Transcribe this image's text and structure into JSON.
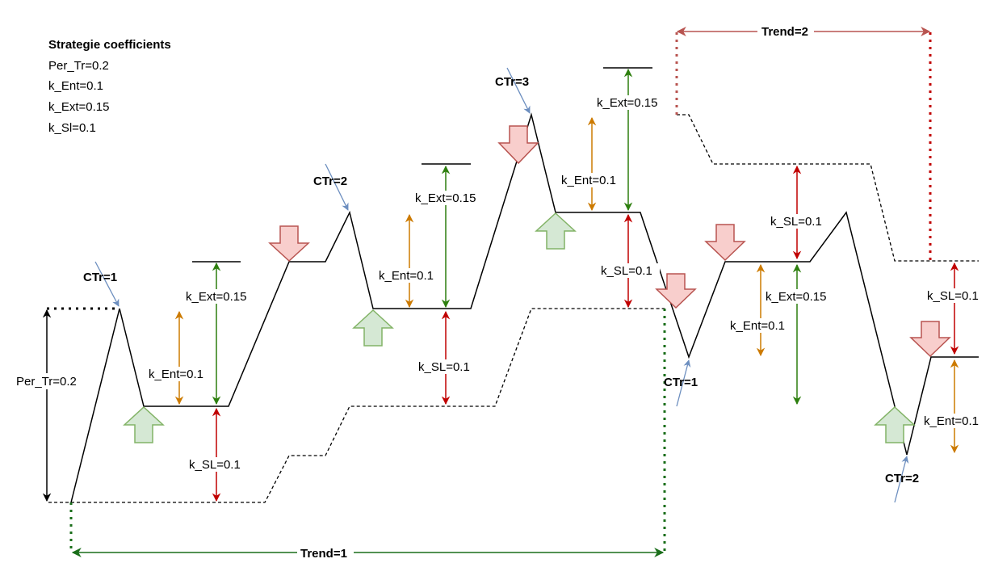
{
  "legend": {
    "title": "Strategie coefficients",
    "items": [
      "Per_Tr=0.2",
      "k_Ent=0.1",
      "k_Ext=0.15",
      "k_Sl=0.1"
    ]
  },
  "labels": {
    "per_tr": "Per_Tr=0.2",
    "trend1": "Trend=1",
    "trend2": "Trend=2",
    "k_ent": "k_Ent=0.1",
    "k_ext": "k_Ext=0.15",
    "k_sl": "k_SL=0.1",
    "ctr1": "CTr=1",
    "ctr2": "CTr=2",
    "ctr3": "CTr=3"
  },
  "colors": {
    "entry": "#cc7a00",
    "exit": "#2d7f0e",
    "stoploss": "#c00000",
    "ctr_pointer": "#6c8ebf",
    "trend1_line": "#1a6e1a",
    "trend2_line": "#b85450",
    "buy_fill": "#d5e8d4",
    "buy_stroke": "#82b366",
    "sell_fill": "#f8cecc",
    "sell_stroke": "#b85450"
  }
}
